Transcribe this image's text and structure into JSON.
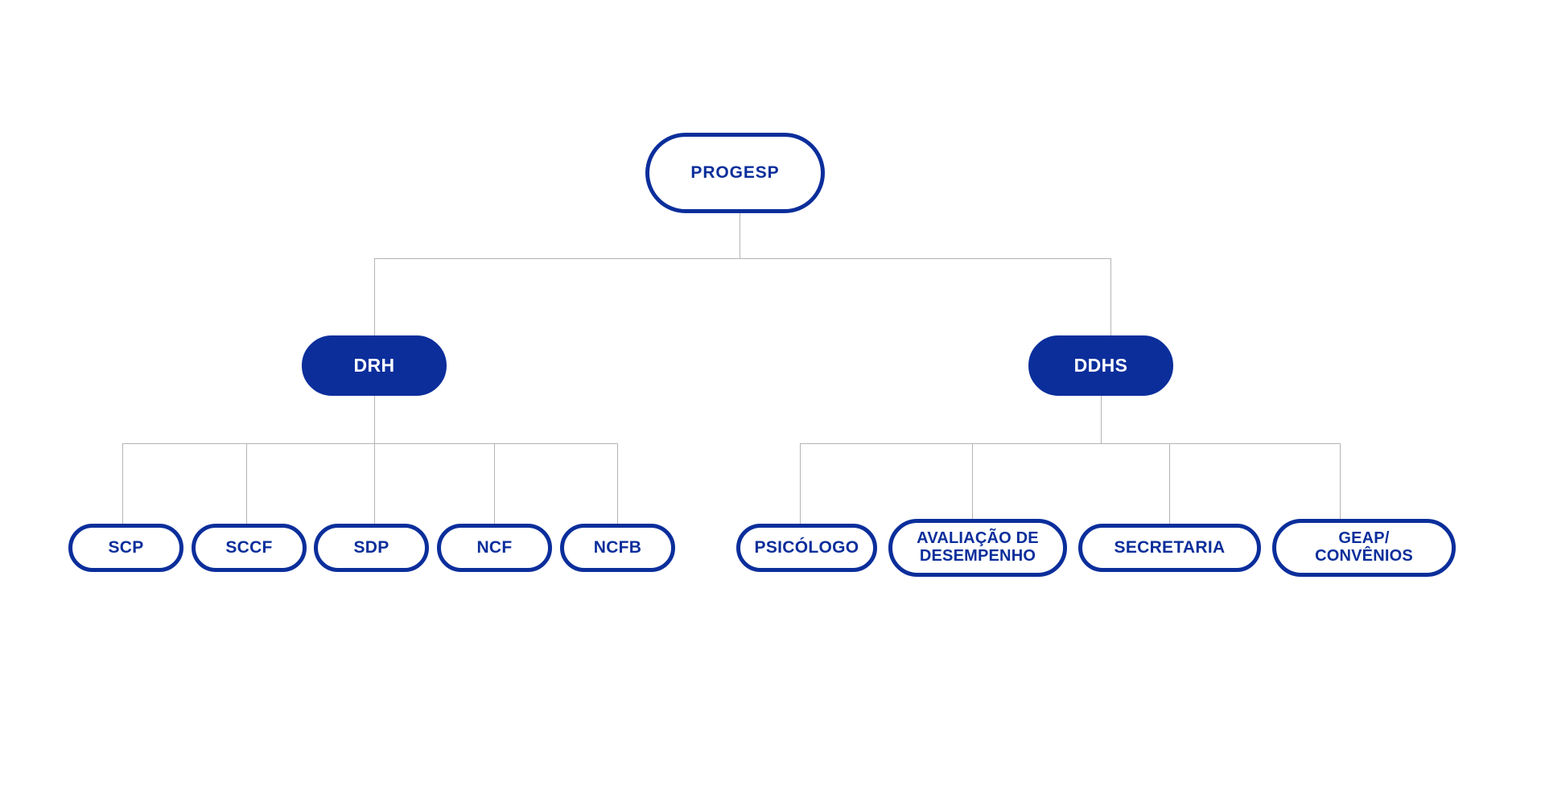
{
  "chart_data": {
    "type": "diagram",
    "diagram_type": "organizational-chart",
    "title": "",
    "orientation": "top-down",
    "colors": {
      "brand_blue": "#0b2e9b",
      "node_fill_white": "#ffffff",
      "node_fill_blue": "#0b2e9b",
      "text_on_blue": "#ffffff",
      "text_on_white": "#0b2e9b",
      "connector_gray": "#b4b4b4",
      "background": "#ffffff"
    },
    "levels": 3,
    "nodes": [
      {
        "id": "progesp",
        "label": "PROGESP",
        "level": 0,
        "style": "outline"
      },
      {
        "id": "drh",
        "label": "DRH",
        "level": 1,
        "style": "filled"
      },
      {
        "id": "ddhs",
        "label": "DDHS",
        "level": 1,
        "style": "filled"
      },
      {
        "id": "scp",
        "label": "SCP",
        "level": 2,
        "style": "outline"
      },
      {
        "id": "sccf",
        "label": "SCCF",
        "level": 2,
        "style": "outline"
      },
      {
        "id": "sdp",
        "label": "SDP",
        "level": 2,
        "style": "outline"
      },
      {
        "id": "ncf",
        "label": "NCF",
        "level": 2,
        "style": "outline"
      },
      {
        "id": "ncfb",
        "label": "NCFB",
        "level": 2,
        "style": "outline"
      },
      {
        "id": "psicologo",
        "label": "PSICÓLOGO",
        "level": 2,
        "style": "outline"
      },
      {
        "id": "avaliacao",
        "label": "AVALIAÇÃO DE\nDESEMPENHO",
        "level": 2,
        "style": "outline"
      },
      {
        "id": "secretaria",
        "label": "SECRETARIA",
        "level": 2,
        "style": "outline"
      },
      {
        "id": "geap",
        "label": "GEAP/\nCONVÊNIOS",
        "level": 2,
        "style": "outline"
      }
    ],
    "edges": [
      {
        "from": "progesp",
        "to": "drh"
      },
      {
        "from": "progesp",
        "to": "ddhs"
      },
      {
        "from": "drh",
        "to": "scp"
      },
      {
        "from": "drh",
        "to": "sccf"
      },
      {
        "from": "drh",
        "to": "sdp"
      },
      {
        "from": "drh",
        "to": "ncf"
      },
      {
        "from": "drh",
        "to": "ncfb"
      },
      {
        "from": "ddhs",
        "to": "psicologo"
      },
      {
        "from": "ddhs",
        "to": "avaliacao"
      },
      {
        "from": "ddhs",
        "to": "secretaria"
      },
      {
        "from": "ddhs",
        "to": "geap"
      }
    ]
  },
  "root": {
    "label": "PROGESP"
  },
  "branches": {
    "left": {
      "label": "DRH"
    },
    "right": {
      "label": "DDHS"
    }
  },
  "leaves": {
    "left": [
      {
        "label": "SCP"
      },
      {
        "label": "SCCF"
      },
      {
        "label": "SDP"
      },
      {
        "label": "NCF"
      },
      {
        "label": "NCFB"
      }
    ],
    "right": [
      {
        "label": "PSICÓLOGO"
      },
      {
        "label": "AVALIAÇÃO DE\nDESEMPENHO"
      },
      {
        "label": "SECRETARIA"
      },
      {
        "label": "GEAP/\nCONVÊNIOS"
      }
    ]
  }
}
